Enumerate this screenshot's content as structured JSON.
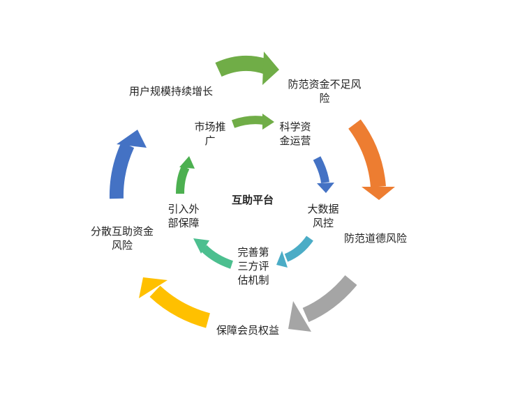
{
  "center": "互助平台",
  "outer": [
    {
      "label": "用户规模持续增长",
      "color": "#70ad47"
    },
    {
      "label": "防范资金不足风\n险",
      "color": "#ed7d31"
    },
    {
      "label": "防范道德风险",
      "color": "#a5a5a5"
    },
    {
      "label": "保障会员权益",
      "color": "#ffc000"
    },
    {
      "label": "分散互助资金\n风险",
      "color": "#4472c4"
    }
  ],
  "inner": [
    {
      "label": "市场推\n广",
      "color": "#70ad47"
    },
    {
      "label": "科学资\n金运营",
      "color": "#4472c4"
    },
    {
      "label": "大数据\n风控",
      "color": "#4bacc6"
    },
    {
      "label": "完善第\n三方评\n估机制",
      "color": "#4cbf8f"
    },
    {
      "label": "引入外\n部保障",
      "color": "#4cb050"
    }
  ]
}
